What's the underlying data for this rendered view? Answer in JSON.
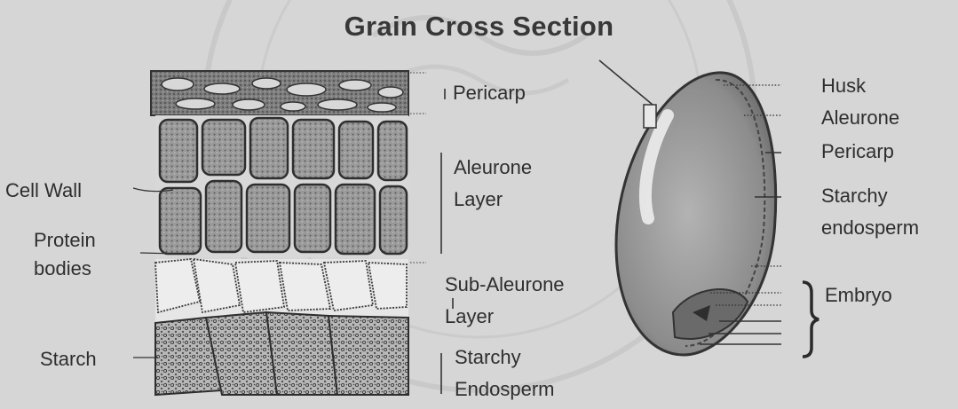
{
  "title": "Grain Cross Section",
  "left_labels": {
    "cell_wall": "Cell Wall",
    "protein_bodies_1": "Protein",
    "protein_bodies_2": "bodies",
    "starch": "Starch"
  },
  "middle_labels": {
    "pericarp": "Pericarp",
    "aleurone_1": "Aleurone",
    "aleurone_2": "Layer",
    "sub_aleurone_1": "Sub-Aleurone",
    "sub_aleurone_2": "Layer",
    "starchy_endosperm_1": "Starchy",
    "starchy_endosperm_2": "Endosperm"
  },
  "right_labels": {
    "husk": "Husk",
    "aleurone": "Aleurone",
    "pericarp": "Pericarp",
    "starchy_1": "Starchy",
    "starchy_2": "endosperm",
    "embryo": "Embryo"
  }
}
